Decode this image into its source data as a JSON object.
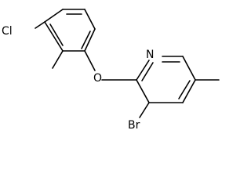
{
  "structure": {
    "atoms": {
      "cl": "Cl",
      "o": "O",
      "n": "N",
      "br": "Br"
    }
  },
  "colors": {
    "bond": "#000000",
    "text": "#000000",
    "background": "#ffffff"
  }
}
